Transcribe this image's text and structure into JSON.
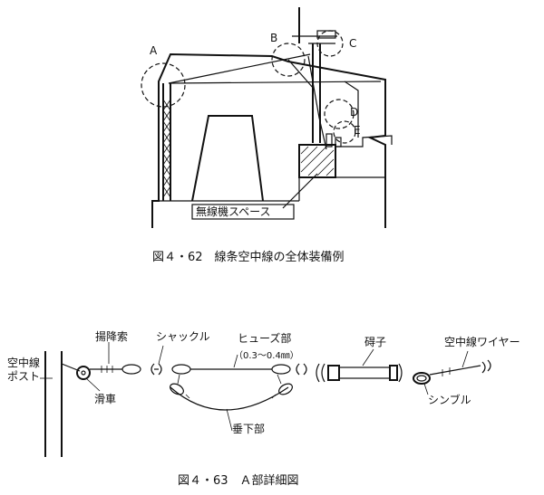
{
  "figure1": {
    "caption": "図４・62　線条空中線の全体装備例",
    "labels": {
      "a": "A",
      "b": "B",
      "c": "C",
      "d": "D",
      "e": "E",
      "radio_space": "無線機スペース"
    }
  },
  "figure2": {
    "caption": "図４・63　Ａ部詳細図",
    "labels": {
      "antenna_post_1": "空中線",
      "antenna_post_2": "ポスト",
      "halyard": "揚降索",
      "pulley": "滑車",
      "shackle": "シャックル",
      "fuse": "ヒューズ部",
      "fuse_spec": "（0.3〜0.4㎜）",
      "sag": "垂下部",
      "insulator": "碍子",
      "thimble": "シンブル",
      "antenna_wire": "空中線ワイヤー"
    }
  }
}
